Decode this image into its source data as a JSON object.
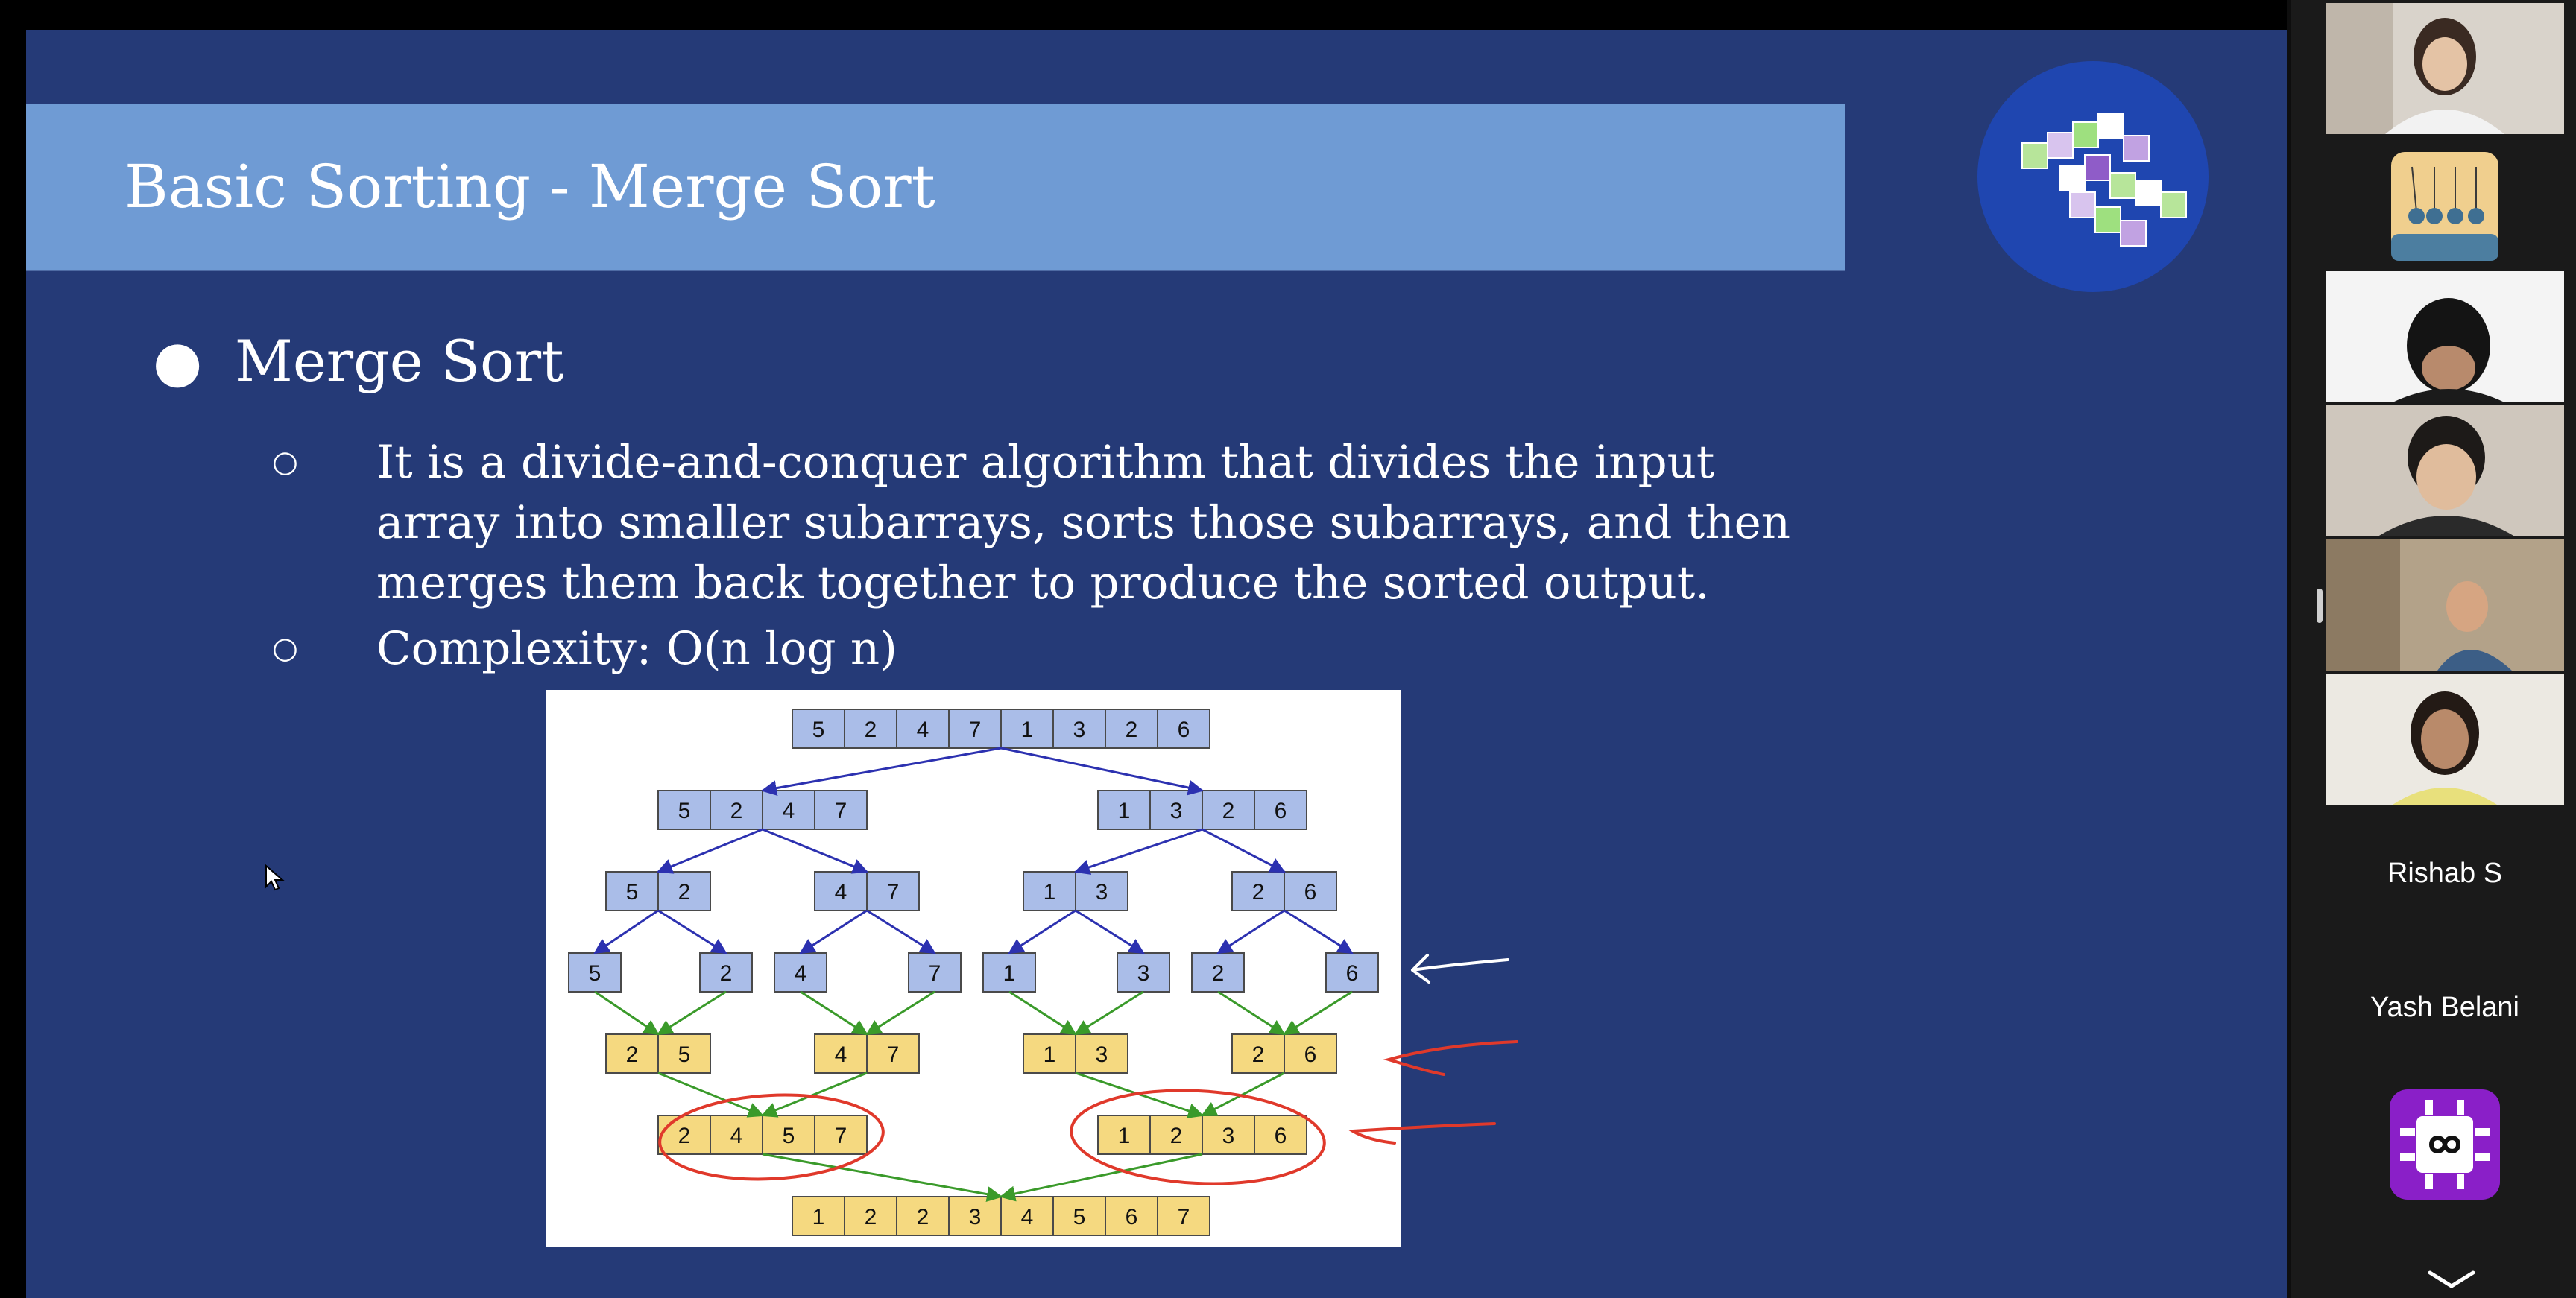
{
  "slide": {
    "title": "Basic Sorting - Merge Sort",
    "bullet": "Merge Sort",
    "sub_items": [
      "It is a divide-and-conquer algorithm that divides the input array into smaller subarrays, sorts those subarrays, and then merges them back together to produce the sorted output.",
      "Complexity: O(n log n)"
    ],
    "bullet_glyph": "●",
    "sub_glyph": "○"
  },
  "diagram": {
    "levels": [
      [
        [
          "5",
          "2",
          "4",
          "7",
          "1",
          "3",
          "2",
          "6"
        ]
      ],
      [
        [
          "5",
          "2",
          "4",
          "7"
        ],
        [
          "1",
          "3",
          "2",
          "6"
        ]
      ],
      [
        [
          "5",
          "2"
        ],
        [
          "4",
          "7"
        ],
        [
          "1",
          "3"
        ],
        [
          "2",
          "6"
        ]
      ],
      [
        [
          "5"
        ],
        [
          "2"
        ],
        [
          "4"
        ],
        [
          "7"
        ],
        [
          "1"
        ],
        [
          "3"
        ],
        [
          "2"
        ],
        [
          "6"
        ]
      ],
      [
        [
          "2",
          "5"
        ],
        [
          "4",
          "7"
        ],
        [
          "1",
          "3"
        ],
        [
          "2",
          "6"
        ]
      ],
      [
        [
          "2",
          "4",
          "5",
          "7"
        ],
        [
          "1",
          "2",
          "3",
          "6"
        ]
      ],
      [
        [
          "1",
          "2",
          "2",
          "3",
          "4",
          "5",
          "6",
          "7"
        ]
      ]
    ],
    "colors": {
      "split_fill": "#aabde8",
      "merge_fill": "#f5d980",
      "split_arrow": "#2c31b0",
      "merge_arrow": "#3a9a2a"
    }
  },
  "participants": [
    {
      "kind": "video",
      "icon": "person-video-icon"
    },
    {
      "kind": "avatar",
      "icon": "newtons-cradle-icon"
    },
    {
      "kind": "video",
      "icon": "person-video-icon"
    },
    {
      "kind": "video",
      "icon": "person-video-icon"
    },
    {
      "kind": "video",
      "icon": "person-video-icon"
    },
    {
      "kind": "video",
      "icon": "person-video-icon"
    },
    {
      "kind": "name",
      "name": "Rishab S"
    },
    {
      "kind": "name",
      "name": "Yash Belani"
    },
    {
      "kind": "avatar",
      "icon": "infinity-chip-icon"
    }
  ],
  "colors": {
    "slide_bg": "#253a77",
    "title_band": "#6f9bd4",
    "annotation_white": "#ffffff",
    "annotation_red": "#e0392b"
  }
}
